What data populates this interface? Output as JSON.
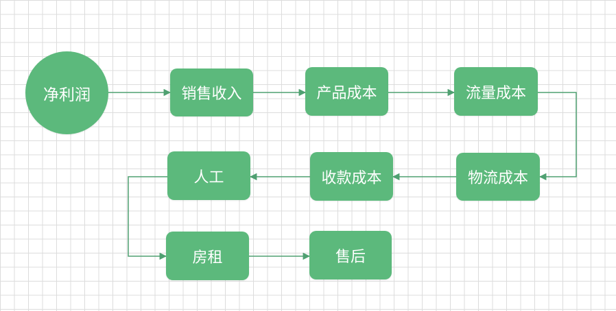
{
  "diagram": {
    "colors": {
      "node_fill": "#5cb97c",
      "edge": "#4fa071",
      "node_text": "#ffffff"
    },
    "nodes": {
      "net_profit": "净利润",
      "sales_revenue": "销售收入",
      "product_cost": "产品成本",
      "traffic_cost": "流量成本",
      "logistics_cost": "物流成本",
      "payment_cost": "收款成本",
      "labor": "人工",
      "rent": "房租",
      "after_sales": "售后"
    },
    "edges": [
      [
        "net_profit",
        "sales_revenue"
      ],
      [
        "sales_revenue",
        "product_cost"
      ],
      [
        "product_cost",
        "traffic_cost"
      ],
      [
        "traffic_cost",
        "logistics_cost"
      ],
      [
        "logistics_cost",
        "payment_cost"
      ],
      [
        "payment_cost",
        "labor"
      ],
      [
        "labor",
        "rent"
      ],
      [
        "rent",
        "after_sales"
      ]
    ]
  }
}
